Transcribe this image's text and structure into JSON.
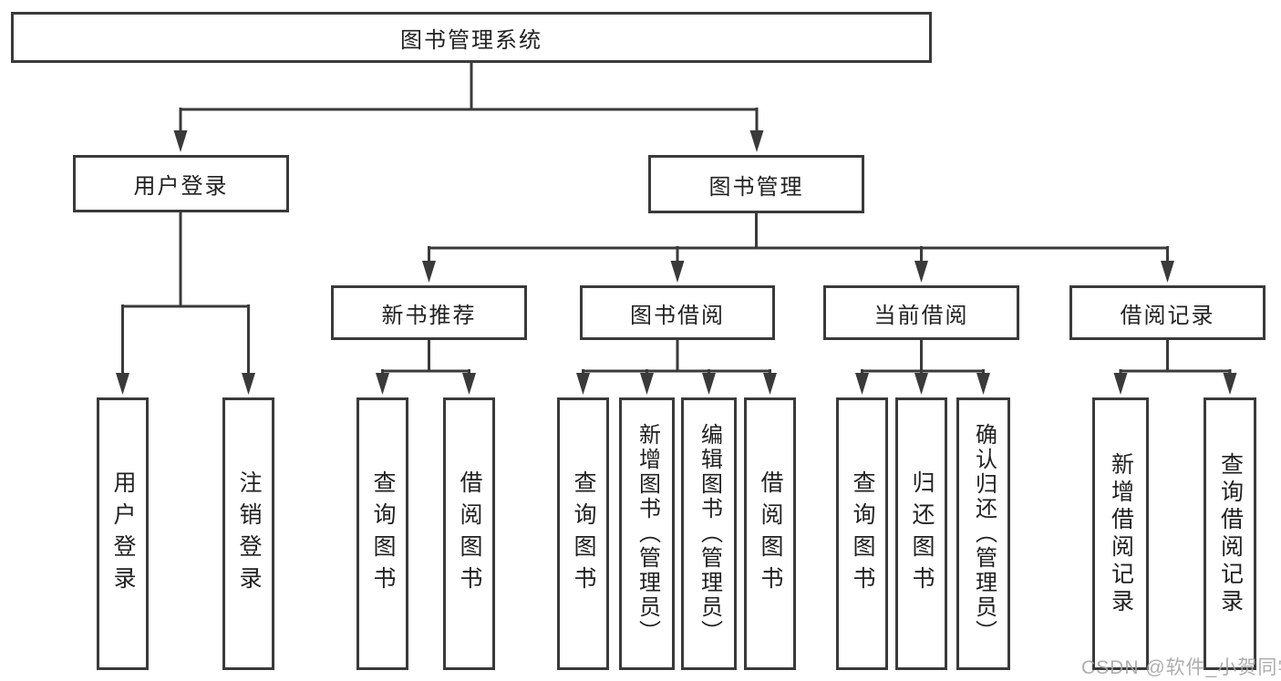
{
  "diagram": {
    "type": "hierarchy-tree",
    "background_color": "#ffffff",
    "line_color": "#3a3a3a",
    "text_color": "#212121",
    "nodes": {
      "root": "图书管理系统",
      "user_login": "用户登录",
      "book_mgmt": "图书管理",
      "new_book_rec": "新书推荐",
      "book_borrow": "图书借阅",
      "current_borrow": "当前借阅",
      "borrow_record": "借阅记录",
      "leaf_user_login": "用户登录",
      "leaf_logout": "注销登录",
      "leaf_nbr_query": "查询图书",
      "leaf_nbr_borrow": "借阅图书",
      "leaf_bb_query": "查询图书",
      "leaf_bb_add": "新增图书（管理员）",
      "leaf_bb_edit": "编辑图书（管理员）",
      "leaf_bb_borrow": "借阅图书",
      "leaf_cb_query": "查询图书",
      "leaf_cb_return": "归还图书",
      "leaf_cb_confirm": "确认归还（管理员）",
      "leaf_br_add": "新增借阅记录",
      "leaf_br_query": "查询借阅记录"
    },
    "watermark": {
      "text": "CSDN @软件_小贺同学",
      "color": "#a5a5a5"
    }
  }
}
